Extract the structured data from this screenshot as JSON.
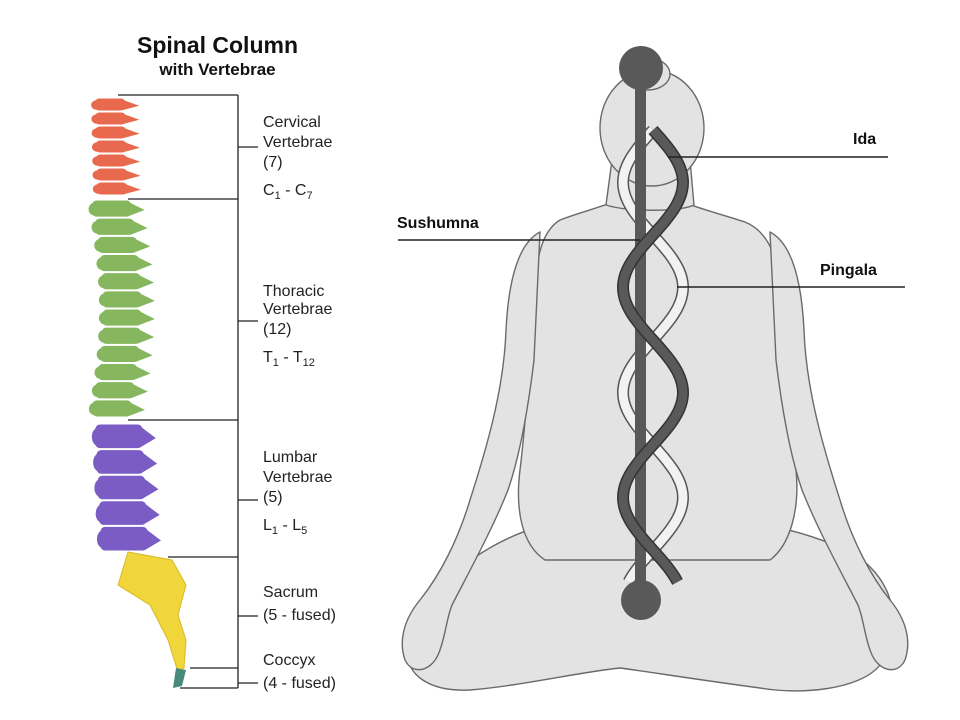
{
  "spine": {
    "title": "Spinal Column",
    "subtitle": "with Vertebrae",
    "regions": [
      {
        "id": "cervical",
        "lines": [
          "Cervical",
          "Vertebrae",
          "(7)"
        ],
        "range_letter": "C",
        "range_start": "1",
        "range_end": "7",
        "color": "#e8694d",
        "count": 7
      },
      {
        "id": "thoracic",
        "lines": [
          "Thoracic",
          "Vertebrae",
          "(12)"
        ],
        "range_letter": "T",
        "range_start": "1",
        "range_end": "12",
        "color": "#86b75f",
        "count": 12
      },
      {
        "id": "lumbar",
        "lines": [
          "Lumbar",
          "Vertebrae",
          "(5)"
        ],
        "range_letter": "L",
        "range_start": "1",
        "range_end": "5",
        "color": "#7a5cc4",
        "count": 5
      },
      {
        "id": "sacrum",
        "lines": [
          "Sacrum",
          "(5 - fused)"
        ],
        "color": "#f0d63a"
      },
      {
        "id": "coccyx",
        "lines": [
          "Coccyx",
          "(4 - fused)"
        ],
        "color": "#4a8a7a"
      }
    ],
    "range_separator": " - "
  },
  "nadis": {
    "ida": "Ida",
    "sushumna": "Sushumna",
    "pingala": "Pingala",
    "body_color": "#e3e3e3",
    "channel_color": "#595959",
    "light_channel_color": "#f2f2f2"
  }
}
